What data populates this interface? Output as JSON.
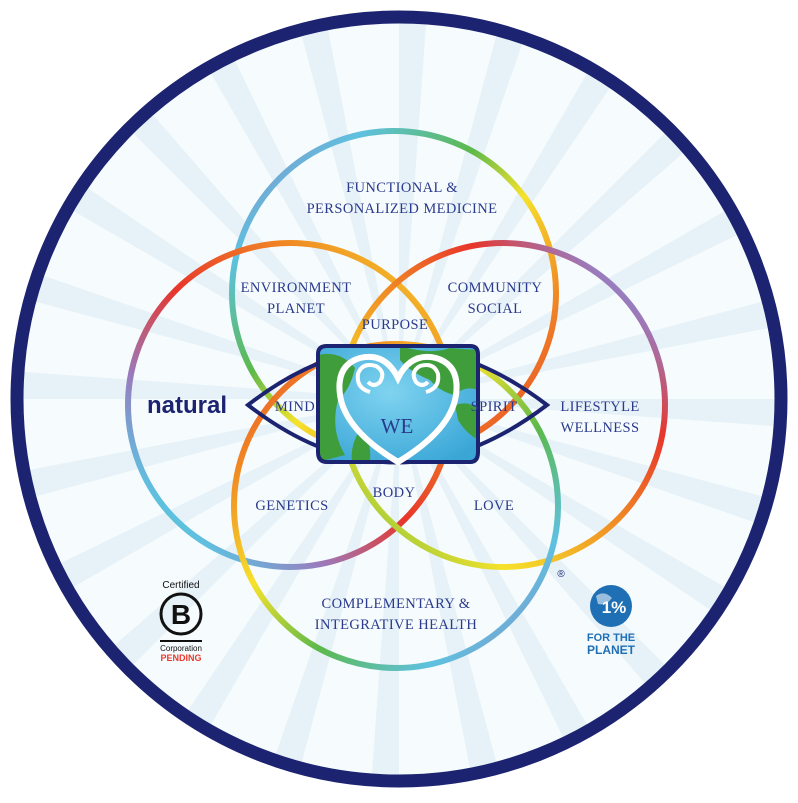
{
  "colors": {
    "navy": "#1c2370",
    "text": "#2a3a8c",
    "ray": "#e6f1f8",
    "ocean": "#63c6ea",
    "land": "#3f9d3c",
    "badge_blue": "#1f6fb5",
    "pending_red": "#e63a2e"
  },
  "ring_gradient": [
    "#e8352b",
    "#f08a24",
    "#f6e22b",
    "#5cb94a",
    "#5ec1e0",
    "#9a7bbd"
  ],
  "labels": {
    "functional_1": "FUNCTIONAL &",
    "functional_2": "PERSONALIZED MEDICINE",
    "environment_1": "ENVIRONMENT",
    "environment_2": "PLANET",
    "community_1": "COMMUNITY",
    "community_2": "SOCIAL",
    "purpose": "PURPOSE",
    "mind": "MIND",
    "spirit": "SPIRIT",
    "lifestyle_1": "LIFESTYLE",
    "lifestyle_2": "WELLNESS",
    "genetics": "GENETICS",
    "body": "BODY",
    "love": "LOVE",
    "complementary_1": "COMPLEMENTARY &",
    "complementary_2": "INTEGRATIVE HEALTH",
    "we": "WE"
  },
  "brand": {
    "natural": "natural",
    "registered": "®"
  },
  "bcorp": {
    "certified": "Certified",
    "letter": "B",
    "corporation": "Corporation",
    "pending": "PENDING"
  },
  "planet": {
    "one_percent": "1%",
    "line1": "FOR THE",
    "line2": "PLANET"
  },
  "icons": {
    "center": "heart-spiral-icon",
    "globe": "earth-globe-icon"
  }
}
